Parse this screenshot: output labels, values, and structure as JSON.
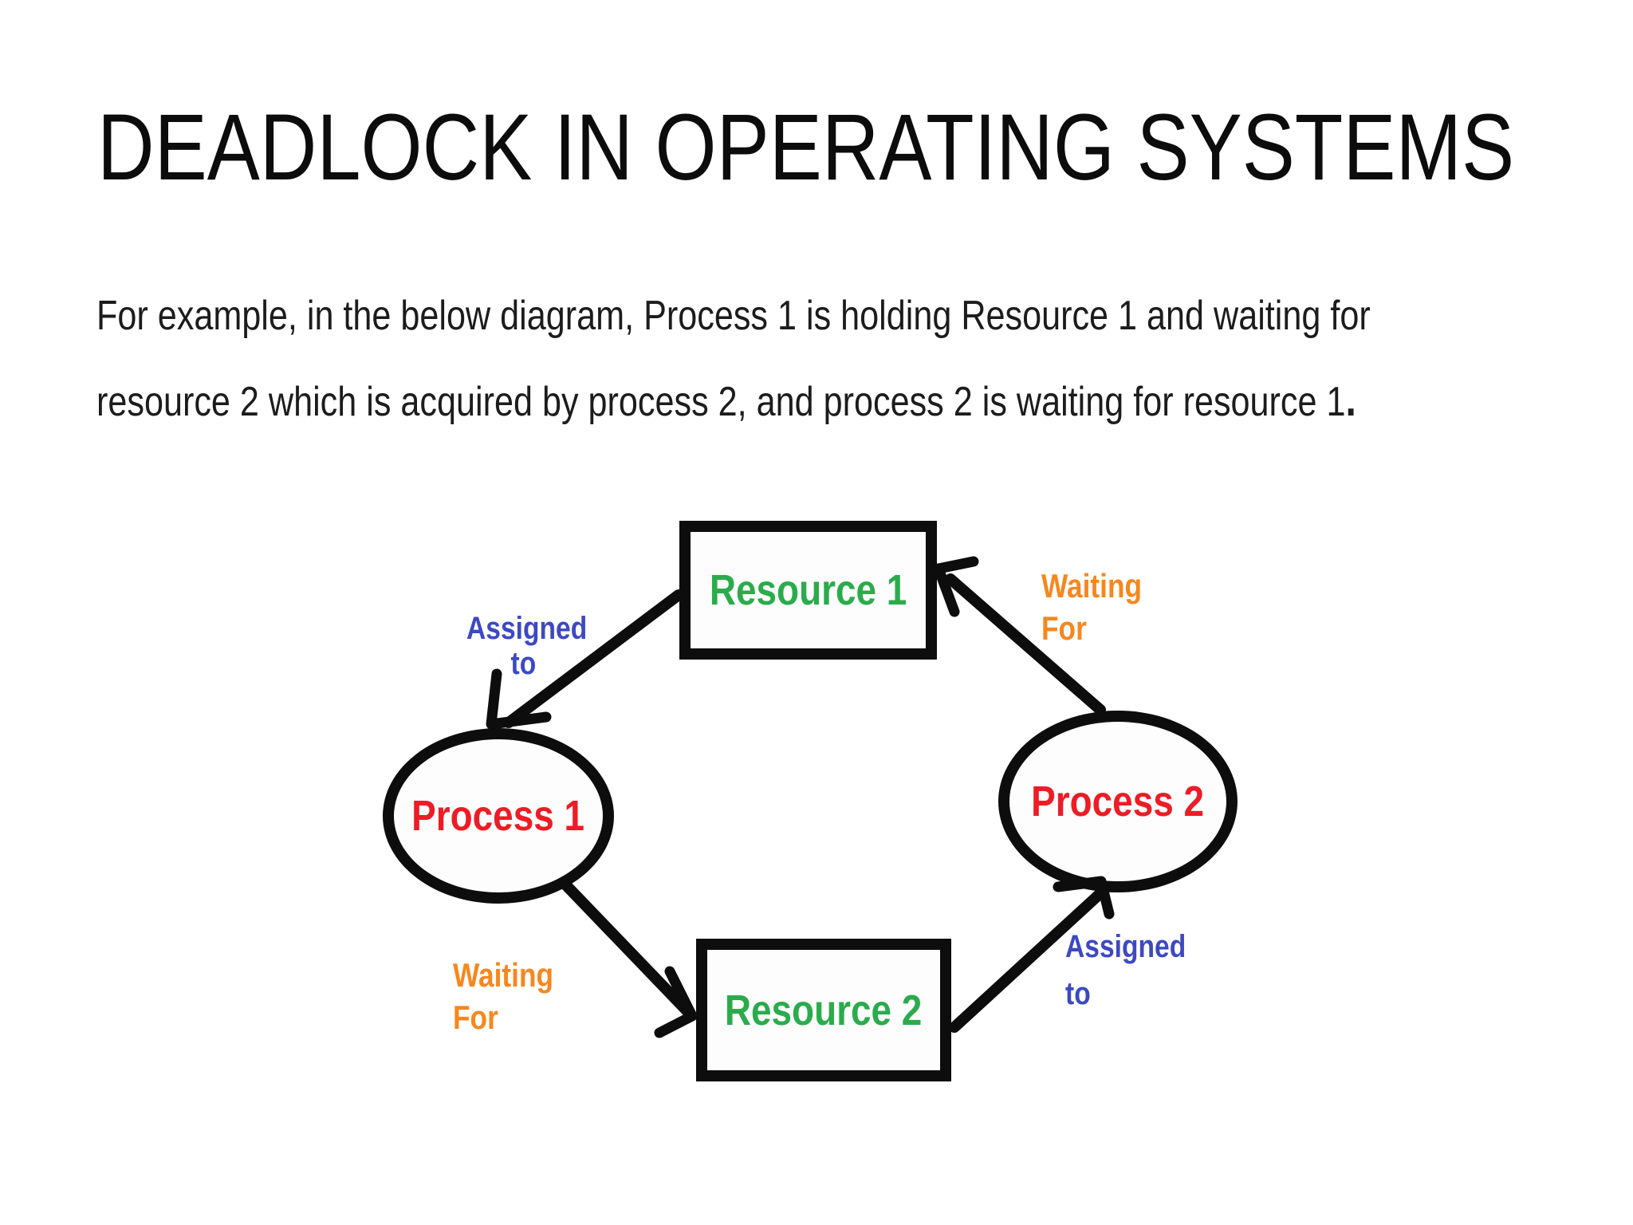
{
  "title": "DEADLOCK IN OPERATING SYSTEMS",
  "paragraph": {
    "line1": "For example, in the below diagram, Process 1 is holding Resource 1 and waiting for",
    "line2": "resource 2 which is acquired by process 2, and process 2 is waiting for resource 1",
    "period": "."
  },
  "diagram": {
    "stroke_color": "#0d0d0d",
    "nodes": {
      "resource1": {
        "label": "Resource 1",
        "shape": "rectangle",
        "color": "#2BAB4C"
      },
      "resource2": {
        "label": "Resource 2",
        "shape": "rectangle",
        "color": "#2BAB4C"
      },
      "process1": {
        "label": "Process 1",
        "shape": "ellipse",
        "color": "#EE1C25"
      },
      "process2": {
        "label": "Process 2",
        "shape": "ellipse",
        "color": "#EE1C25"
      }
    },
    "edges": {
      "assigned_r1_p1": {
        "line1": "Assigned",
        "line2": "to",
        "color": "#3D49C3",
        "from": "Resource 1",
        "to": "Process 1"
      },
      "waiting_p2_r1": {
        "line1": "Waiting",
        "line2": "For",
        "color": "#F6871F",
        "from": "Process 2",
        "to": "Resource 1"
      },
      "waiting_p1_r2": {
        "line1": "Waiting",
        "line2": "For",
        "color": "#F6871F",
        "from": "Process 1",
        "to": "Resource 2"
      },
      "assigned_r2_p2": {
        "line1": "Assigned",
        "line2": "to",
        "color": "#3D49C3",
        "from": "Resource 2",
        "to": "Process 2"
      }
    }
  }
}
